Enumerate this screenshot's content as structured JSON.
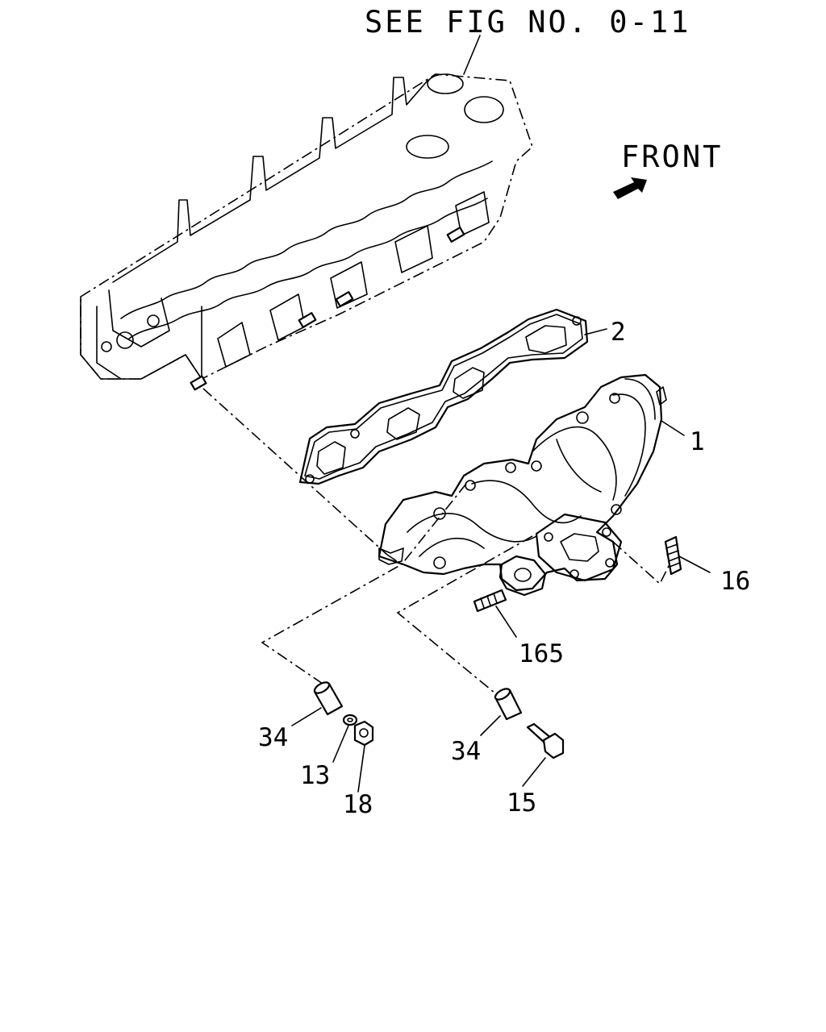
{
  "header": {
    "see_fig": "SEE FIG NO. 0-11"
  },
  "orientation": {
    "front_label": "FRONT"
  },
  "callouts": {
    "manifold": "1",
    "gasket": "2",
    "stud_16": "16",
    "stud_165": "165",
    "spacer_left": "34",
    "washer": "13",
    "nut": "18",
    "spacer_right": "34",
    "bolt": "15"
  }
}
